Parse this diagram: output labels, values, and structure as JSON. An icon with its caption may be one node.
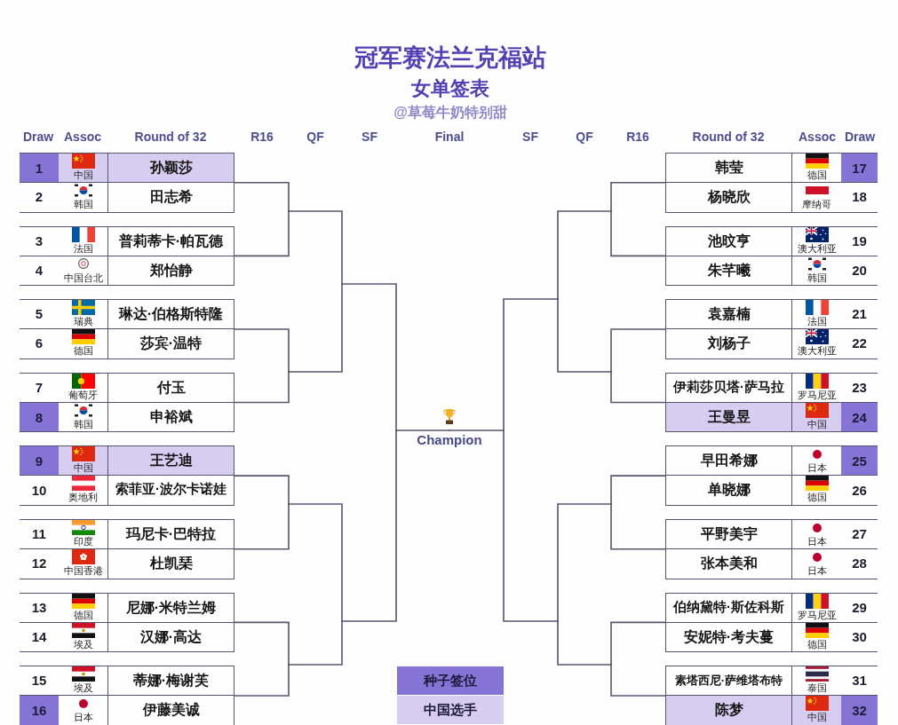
{
  "diagram": {
    "title": "冠军赛法兰克福站",
    "nodes": [
      {
        "text": [
          "1",
          "中国",
          "孙颖莎"
        ]
      },
      {
        "text": [
          "2",
          "韩国",
          "田志希"
        ]
      },
      {
        "text": [
          "3",
          "法国",
          "普莉蒂卡·帕瓦德"
        ]
      },
      {
        "text": [
          "4",
          "中国台北",
          "郑怡静"
        ]
      },
      {
        "text": [
          "5",
          "瑞典",
          "琳达·伯格斯特隆"
        ]
      },
      {
        "text": [
          "6",
          "德国",
          "莎宾·温特"
        ]
      },
      {
        "text": [
          "7",
          "葡萄牙",
          "付玉"
        ]
      },
      {
        "text": [
          "8",
          "韩国",
          "申裕斌"
        ]
      },
      {
        "text": [
          "9",
          "中国",
          "王艺迪"
        ]
      },
      {
        "text": [
          "10",
          "奥地利",
          "索菲亚·波尔卡诺娃"
        ]
      },
      {
        "text": [
          "11",
          "印度",
          "玛尼卡·巴特拉"
        ]
      },
      {
        "text": [
          "12",
          "中国香港",
          "杜凯琹"
        ]
      },
      {
        "text": [
          "13",
          "德国",
          "尼娜·米特兰姆"
        ]
      },
      {
        "text": [
          "14",
          "埃及",
          "汉娜·高达"
        ]
      },
      {
        "text": [
          "15",
          "埃及",
          "蒂娜·梅谢芙"
        ]
      },
      {
        "text": [
          "16",
          "日本",
          "伊藤美诚"
        ]
      },
      {
        "text": [
          "韩莹",
          "德国",
          "17"
        ]
      },
      {
        "text": [
          "杨晓欣",
          "摩纳哥",
          "18"
        ]
      },
      {
        "text": [
          "池旼亨",
          "澳大利亚",
          "19"
        ]
      },
      {
        "text": [
          "朱芊曦",
          "韩国",
          "20"
        ]
      },
      {
        "text": [
          "袁嘉楠",
          "法国",
          "21"
        ]
      },
      {
        "text": [
          "刘杨子",
          "澳大利亚",
          "22"
        ]
      },
      {
        "text": [
          "伊莉莎贝塔·萨马拉",
          "罗马尼亚",
          "23"
        ]
      },
      {
        "text": [
          "王曼昱",
          "中国",
          "24"
        ]
      },
      {
        "text": [
          "早田希娜",
          "日本",
          "25"
        ]
      },
      {
        "text": [
          "单晓娜",
          "德国",
          "26"
        ]
      },
      {
        "text": [
          "平野美宇",
          "日本",
          "27"
        ]
      },
      {
        "text": [
          "张本美和",
          "日本",
          "28"
        ]
      },
      {
        "text": [
          "伯纳黛特·斯佐科斯",
          "罗马尼亚",
          "29"
        ]
      },
      {
        "text": [
          "安妮特·考夫蔓",
          "德国",
          "30"
        ]
      },
      {
        "text": [
          "素塔西尼·萨维塔布特",
          "泰国",
          "31"
        ]
      },
      {
        "text": [
          "陈梦",
          "中国",
          "32"
        ]
      },
      {
        "text": [
          "Champion"
        ]
      }
    ],
    "edges": [
      {
        "from": 0,
        "to": 32,
        "arrow": "none"
      },
      {
        "from": 1,
        "to": 32,
        "arrow": "none"
      },
      {
        "from": 2,
        "to": 32,
        "arrow": "none"
      },
      {
        "from": 3,
        "to": 32,
        "arrow": "none"
      },
      {
        "from": 4,
        "to": 32,
        "arrow": "none"
      },
      {
        "from": 5,
        "to": 32,
        "arrow": "none"
      },
      {
        "from": 6,
        "to": 32,
        "arrow": "none"
      },
      {
        "from": 7,
        "to": 32,
        "arrow": "none"
      },
      {
        "from": 8,
        "to": 32,
        "arrow": "none"
      },
      {
        "from": 9,
        "to": 32,
        "arrow": "none"
      },
      {
        "from": 10,
        "to": 32,
        "arrow": "none"
      },
      {
        "from": 11,
        "to": 32,
        "arrow": "none"
      },
      {
        "from": 12,
        "to": 32,
        "arrow": "none"
      },
      {
        "from": 13,
        "to": 32,
        "arrow": "none"
      },
      {
        "from": 14,
        "to": 32,
        "arrow": "none"
      },
      {
        "from": 15,
        "to": 32,
        "arrow": "none"
      },
      {
        "from": 16,
        "to": 32,
        "arrow": "none"
      },
      {
        "from": 17,
        "to": 32,
        "arrow": "none"
      },
      {
        "from": 18,
        "to": 32,
        "arrow": "none"
      },
      {
        "from": 19,
        "to": 32,
        "arrow": "none"
      },
      {
        "from": 20,
        "to": 32,
        "arrow": "none"
      },
      {
        "from": 21,
        "to": 32,
        "arrow": "none"
      },
      {
        "from": 22,
        "to": 32,
        "arrow": "none"
      },
      {
        "from": 23,
        "to": 32,
        "arrow": "none"
      },
      {
        "from": 24,
        "to": 32,
        "arrow": "none"
      },
      {
        "from": 25,
        "to": 32,
        "arrow": "none"
      },
      {
        "from": 26,
        "to": 32,
        "arrow": "none"
      },
      {
        "from": 27,
        "to": 32,
        "arrow": "none"
      },
      {
        "from": 28,
        "to": 32,
        "arrow": "none"
      },
      {
        "from": 29,
        "to": 32,
        "arrow": "none"
      },
      {
        "from": 30,
        "to": 32,
        "arrow": "none"
      },
      {
        "from": 31,
        "to": 32,
        "arrow": "none"
      }
    ],
    "labels": [
      "女单签表",
      "@草莓牛奶特别甜",
      "Draw",
      "Assoc",
      "Round of 32",
      "R16",
      "QF",
      "SF",
      "Final",
      "SF",
      "QF",
      "R16",
      "Round of 32",
      "Assoc",
      "Draw"
    ],
    "legend": [
      {
        "text": "种子签位",
        "color": "#8574d6"
      },
      {
        "text": "中国选手",
        "color": "#d6cdf1"
      }
    ]
  }
}
